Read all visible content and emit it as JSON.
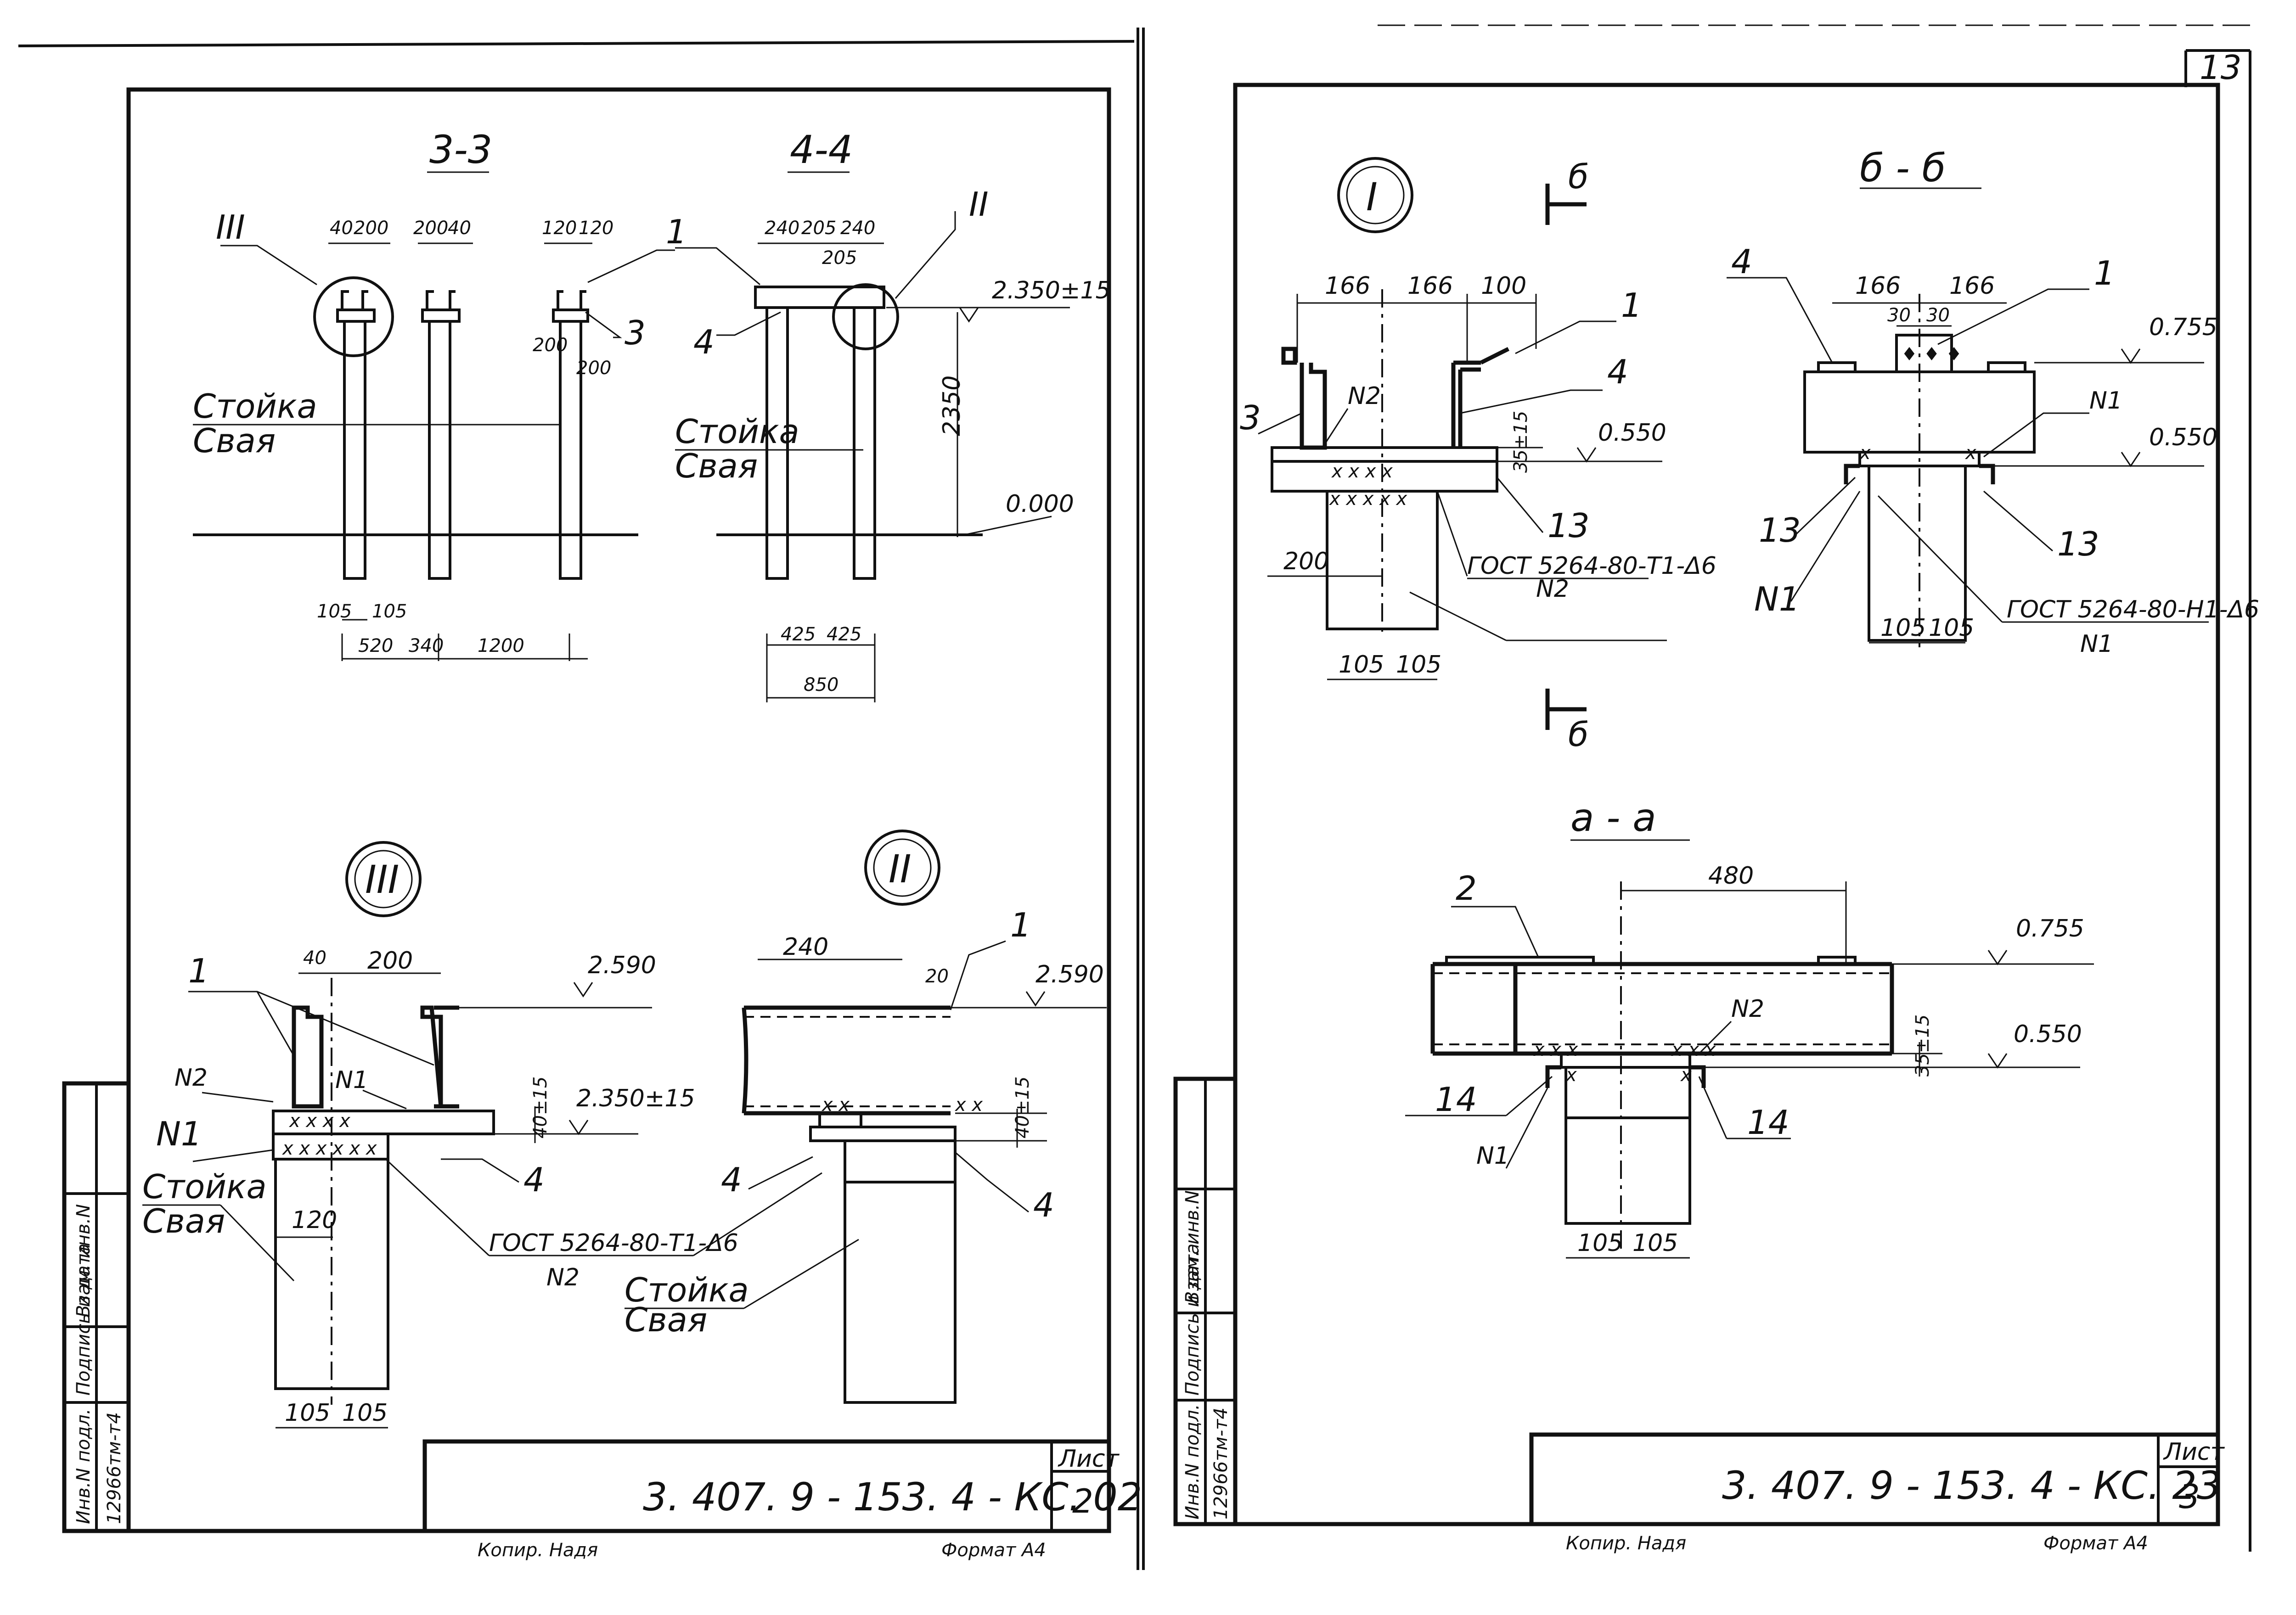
{
  "page_number": "13",
  "left_sheet": {
    "sections": {
      "s33": "3-3",
      "s44": "4-4"
    },
    "markers": {
      "m3": "III",
      "m2": "II",
      "III": "III",
      "II": "II"
    },
    "detail_titles": {
      "d3": "III",
      "d2": "II"
    },
    "dims_33": {
      "d40a": "40",
      "d200a": "200",
      "d200b": "200",
      "d40b": "40",
      "d120a": "120",
      "d120b": "120",
      "d200c": "200",
      "d200d": "200",
      "d105a": "105",
      "d105b": "105",
      "d520": "520",
      "d340": "340",
      "d1200": "1200"
    },
    "dims_44": {
      "d240a": "240",
      "d205a": "205",
      "d240b": "240",
      "d205b": "205",
      "d425a": "425",
      "d425b": "425",
      "d850": "850",
      "d2350": "2350"
    },
    "callouts": {
      "c1": "1",
      "c3": "3",
      "c4": "4"
    },
    "post_label": "Стойка",
    "pile_label": "Свая",
    "level_2350": "2.350±15",
    "level_000": "0.000",
    "detail3": {
      "c1": "1",
      "n2": "N2",
      "n1": "N1",
      "n1b": "N1",
      "d40": "40",
      "d200": "200",
      "d120": "120",
      "d105a": "105",
      "d105b": "105",
      "level_2590": "2.590",
      "level_2350": "2.350±15",
      "d40b": "40±15",
      "c4": "4",
      "weld": "ГОСТ 5264-80-Т1-Δ6",
      "weld_n": "N2"
    },
    "detail2": {
      "d240": "240",
      "d20": "20",
      "c1": "1",
      "level_2590": "2.590",
      "d40": "40±15",
      "c4a": "4",
      "c4b": "4"
    },
    "title_block": {
      "code": "3. 407. 9 - 153. 4 - КС. 02",
      "sheet_label": "Лист",
      "sheet_no": "2"
    },
    "footer": {
      "copied": "Копир. Надя",
      "format": "Формат А4"
    }
  },
  "right_sheet": {
    "detailI": {
      "title": "I",
      "sec_b": "б",
      "d166a": "166",
      "d166b": "166",
      "d100": "100",
      "c1": "1",
      "c4": "4",
      "c3": "3",
      "n2": "N2",
      "d35": "35±15",
      "level_0550": "0.550",
      "c13": "13",
      "weld": "ГОСТ 5264-80-Т1-Δ6",
      "weld_n": "N2",
      "d200": "200",
      "d105a": "105",
      "d105b": "105"
    },
    "secBB": {
      "title": "б - б",
      "c4": "4",
      "c1": "1",
      "d166a": "166",
      "d166b": "166",
      "d30a": "30",
      "d30b": "30",
      "level_0755": "0.755",
      "n1": "N1",
      "level_0550": "0.550",
      "c13a": "13",
      "c13b": "13",
      "n1b": "N1",
      "weld": "ГОСТ 5264-80-Н1-Δ6",
      "weld_n": "N1",
      "d105a": "105",
      "d105b": "105"
    },
    "secAA": {
      "title": "а - а",
      "c2": "2",
      "d480": "480",
      "level_0755": "0.755",
      "n2": "N2",
      "d35": "35±15",
      "level_0550": "0.550",
      "c14a": "14",
      "c14b": "14",
      "n1": "N1",
      "d105a": "105",
      "d105b": "105"
    },
    "title_block": {
      "code": "3. 407. 9 - 153. 4 - КС. 23",
      "sheet_label": "Лист",
      "sheet_no": "3"
    },
    "footer": {
      "copied": "Копир. Надя",
      "format": "Формат А4"
    }
  },
  "side_stamp": {
    "inv_orig": "Инв.N подл.",
    "sign_date": "Подпись и дата",
    "inv_repl": "Взам. инв.N",
    "number": "12966тм-т4"
  },
  "side_stamp_right": {
    "inv_orig": "Инв.N подл.",
    "sign_date": "Подпись и дата",
    "inv_repl": "Взам. инв.N",
    "number": "12966тм-т4"
  }
}
